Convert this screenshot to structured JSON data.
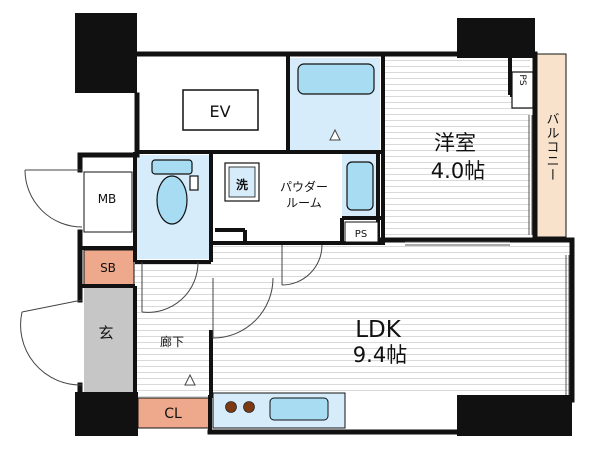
{
  "rooms": {
    "ev": "EV",
    "western_room": {
      "name": "洋室",
      "size": "4.0帖"
    },
    "balcony": "バルコニー",
    "ps_top": "PS",
    "ps_bottom": "PS",
    "powder_room": {
      "line1": "パウダー",
      "line2": "ルーム"
    },
    "washer": "洗",
    "mb": "MB",
    "sb": "SB",
    "entrance": "玄",
    "corridor": "廊下",
    "ldk": {
      "name": "LDK",
      "size": "9.4帖"
    },
    "closet": "CL"
  },
  "colors": {
    "wall": "#111111",
    "wet_area": "#d6ecfa",
    "fixture": "#a8dcf2",
    "balcony": "#f8e2cc",
    "entrance_floor": "#c6c6c6",
    "storage": "#eea98c",
    "floor_stripe": "#dddddd",
    "stove": "#7a3b14"
  }
}
